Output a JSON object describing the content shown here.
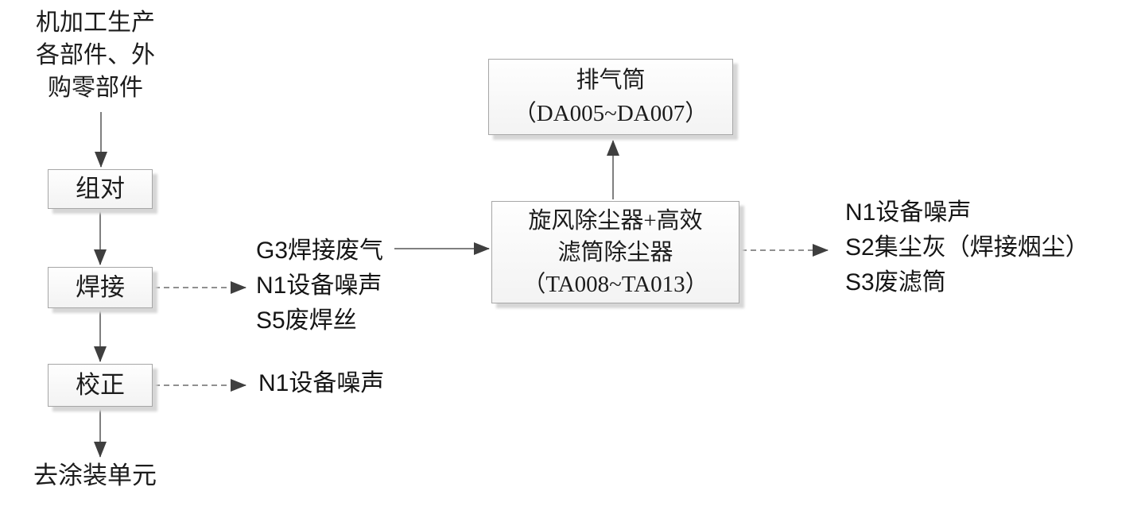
{
  "diagram": {
    "type": "process-flow",
    "background_color": "#ffffff",
    "line_color": "#808080",
    "arrowhead_color": "#3f3f3f",
    "box_border_color": "#a6a6a6",
    "box_fill_top": "#fefefe",
    "box_fill_bottom": "#f3f3f3",
    "box_shadow_color": "#d6d6d6",
    "text_color": "#1c1c1c"
  },
  "nodes": {
    "input": {
      "label": "机加工生产\n各部件、外\n购零部件"
    },
    "assembly": {
      "label": "组对"
    },
    "welding": {
      "label": "焊接"
    },
    "correction": {
      "label": "校正"
    },
    "to_painting": {
      "label": "去涂装单元"
    },
    "dust_collector": {
      "label": "旋风除尘器+高效\n滤筒除尘器\n（TA008~TA013）"
    },
    "exhaust_stack": {
      "label": "排气筒\n（DA005~DA007）"
    }
  },
  "emissions": {
    "welding": [
      "G3焊接废气",
      "N1设备噪声",
      "S5废焊丝"
    ],
    "correction": [
      "N1设备噪声"
    ],
    "dust_collector": [
      "N1设备噪声",
      "S2集尘灰（焊接烟尘）",
      "S3废滤筒"
    ]
  }
}
